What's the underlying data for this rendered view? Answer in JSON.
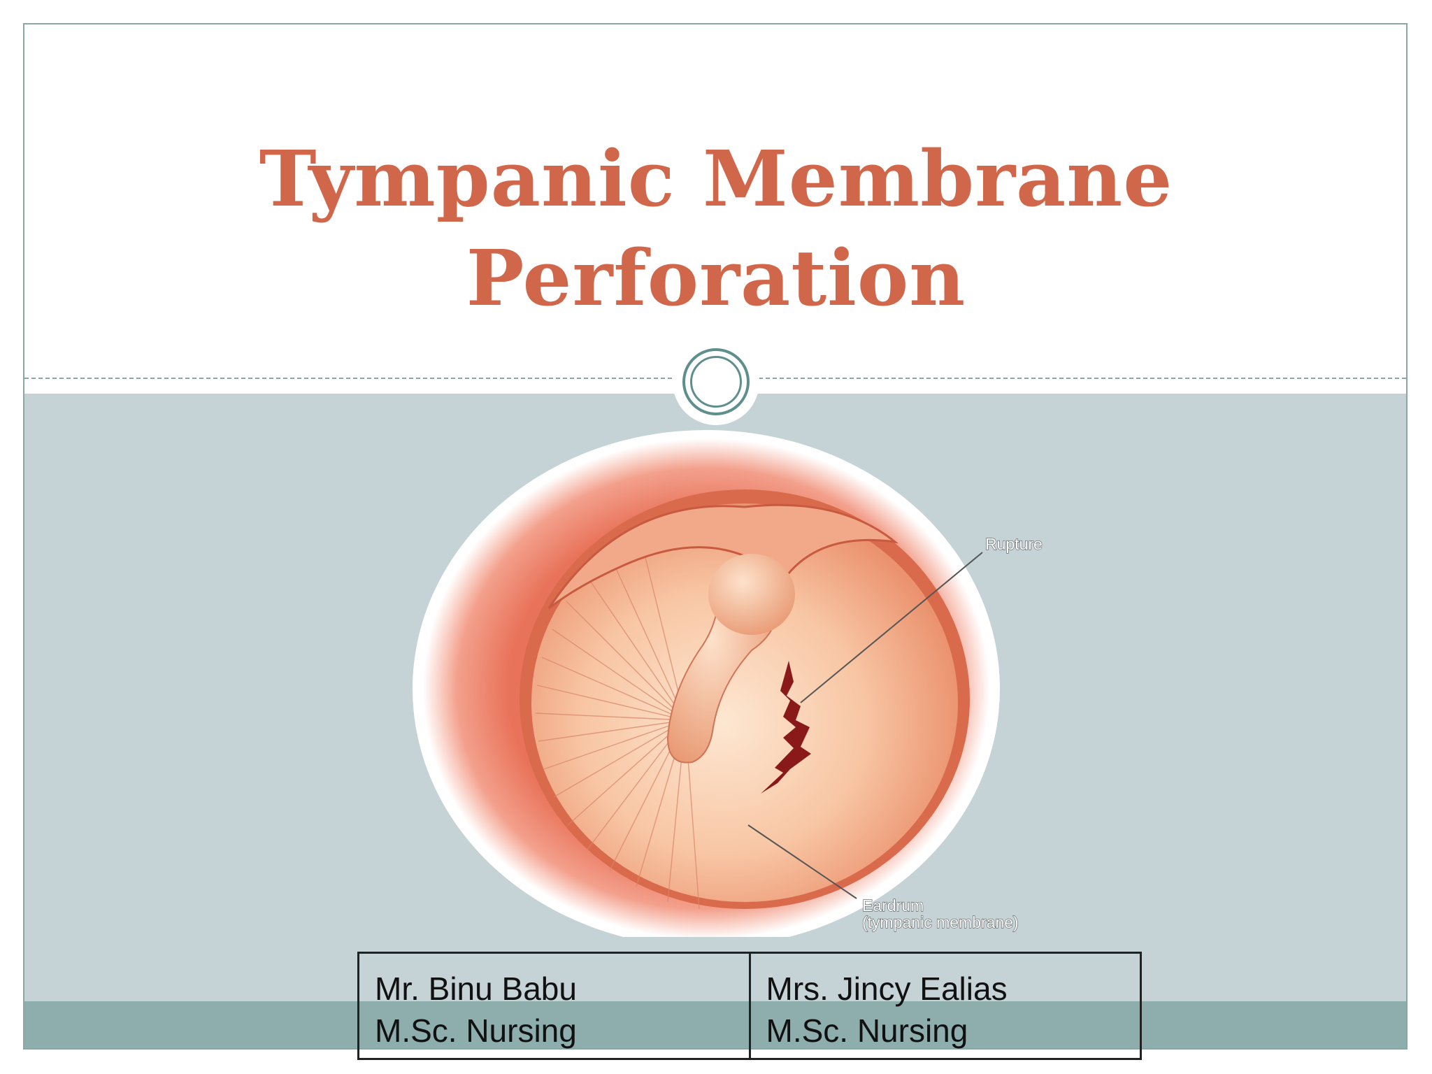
{
  "slide": {
    "title_line1": "Tympanic Membrane",
    "title_line2": "Perforation"
  },
  "figure": {
    "label_rupture": "Rupture",
    "label_eardrum": "Eardrum",
    "label_eardrum_sub": "(tympanic membrane)"
  },
  "authors": [
    {
      "name": "Mr. Binu Babu",
      "degree": "M.Sc. Nursing"
    },
    {
      "name": "Mrs. Jincy Ealias",
      "degree": "M.Sc. Nursing"
    }
  ],
  "colors": {
    "title": "#d0674a",
    "panel": "#c5d3d6",
    "band": "#8eadad",
    "accent": "#5f8f8c"
  }
}
